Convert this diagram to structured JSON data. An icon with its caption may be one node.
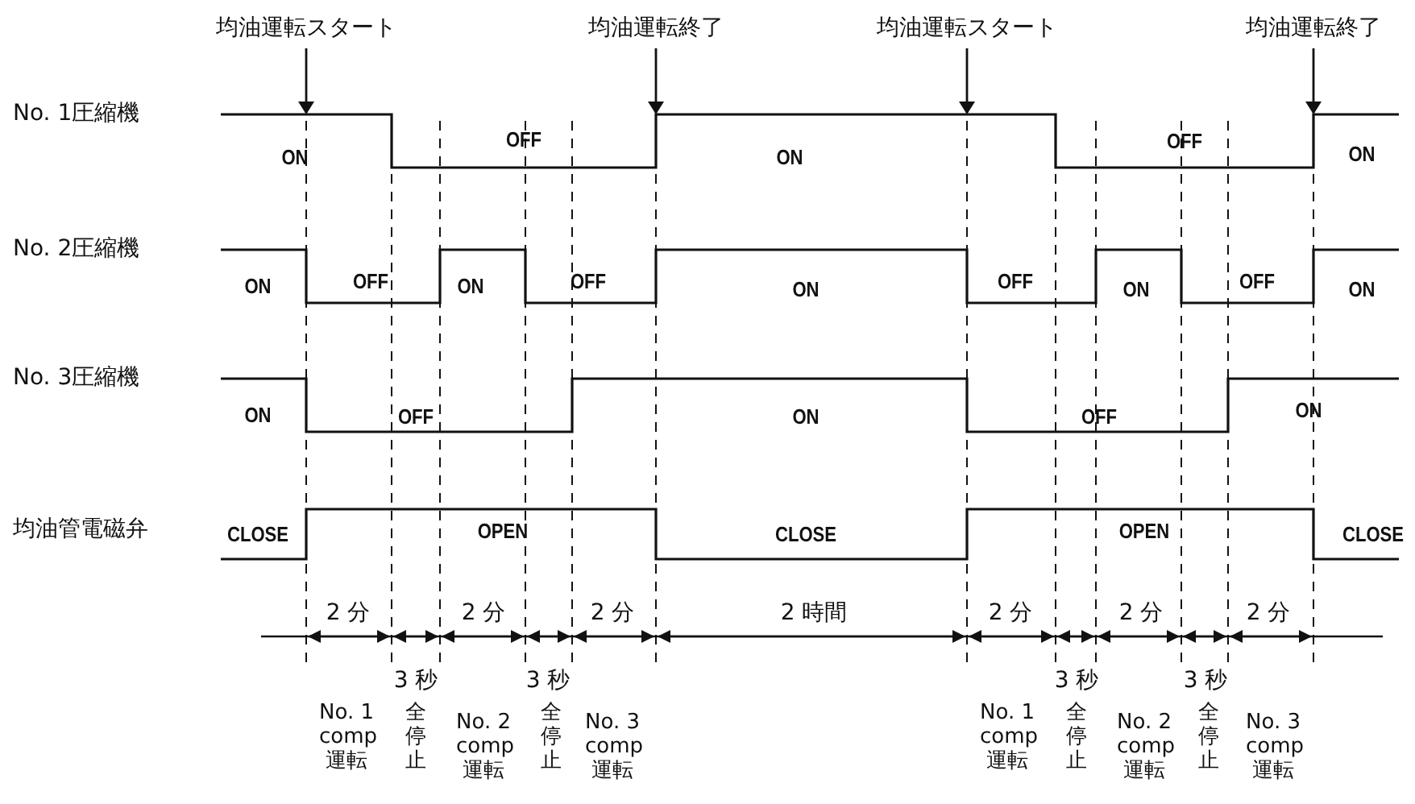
{
  "diagram": {
    "nodes": [
      {
        "text": [
          "均油運転スタート"
        ]
      },
      {
        "text": [
          "均油運転終了"
        ]
      },
      {
        "text": [
          "均油運転スタート"
        ]
      },
      {
        "text": [
          "均油運転終了"
        ]
      },
      {
        "text": [],
        "shape": "line"
      }
    ],
    "edges": [
      {
        "from": 0,
        "to": 4,
        "arrow": "to"
      },
      {
        "from": 1,
        "to": 4,
        "arrow": "to"
      },
      {
        "from": 2,
        "to": 4,
        "arrow": "to"
      },
      {
        "from": 3,
        "to": 4,
        "arrow": "to"
      }
    ],
    "labels": [
      "No. 1圧縮機",
      "ON",
      "OFF",
      "ON",
      "OFF",
      "ON",
      "No. 2圧縮機",
      "ON",
      "OFF",
      "ON",
      "OFF",
      "ON",
      "OFF",
      "ON",
      "OFF",
      "ON",
      "No. 3圧縮機",
      "ON",
      "OFF",
      "ON",
      "OFF",
      "ON",
      "均油管電磁弁",
      "CLOSE",
      "OPEN",
      "CLOSE",
      "OPEN",
      "CLOSE",
      "2 分",
      "2 分",
      "2 分",
      "2 時間",
      "2 分",
      "2 分",
      "2 分",
      "3 秒",
      "3 秒",
      "3 秒",
      "3 秒",
      "No. 1 comp 運転",
      "全停止",
      "No. 2 comp 運転",
      "全停止",
      "No. 3 comp 運転",
      "No. 1 comp 運転",
      "全停止",
      "No. 2 comp 運転",
      "全停止",
      "No. 3 comp 運転"
    ]
  }
}
